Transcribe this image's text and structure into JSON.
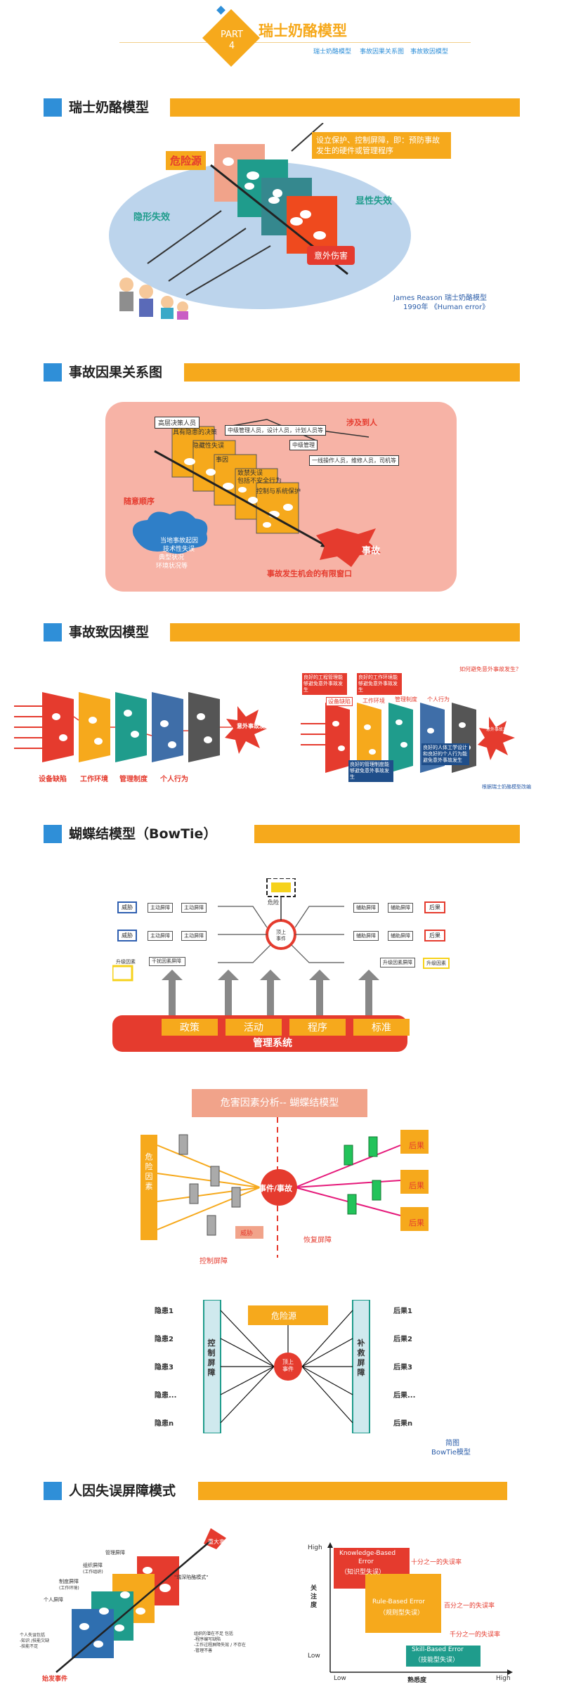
{
  "header": {
    "part_label": "PART",
    "part_number": "4",
    "title": "瑞士奶酪模型",
    "nav": [
      "瑞士奶酪模型",
      "事故因果关系图",
      "事故致因模型"
    ]
  },
  "sections": {
    "s1": "瑞士奶酪模型",
    "s2": "事故因果关系图",
    "s3": "事故致因模型",
    "s4": "蝴蝶结模型（BowTie）",
    "s5": "人因失误屏障模式"
  },
  "cheese": {
    "hazard": "危险源",
    "callout": "设立保护、控制屏障，即：预防事故发生的硬件或管理程序",
    "latent": "隐形失效",
    "active": "显性失效",
    "harm": "意外伤害",
    "credit1": "James Reason 瑞士奶酪模型",
    "credit2": "1990年 《Human error》"
  },
  "causal": {
    "l1": "高层决策人员",
    "l2": "具有隐患的决策",
    "l3": "隐藏性失误",
    "l4": "事因",
    "l5": "致禁失误",
    "l5b": "包括不安全行为",
    "l6": "控制与系统保护",
    "m1": "中级管理人员，设计人员，计划人员等",
    "m2": "中级管理",
    "m3": "一线操作人员，维修人员，司机等",
    "involved": "涉及到人",
    "order": "随意顺序",
    "cloud1": "当地事故起因",
    "cloud2": "技术性失误",
    "cloud3": "典型状况",
    "cloud4": "环境状况等",
    "accident": "事故",
    "window": "事故发生机会的有限窗口"
  },
  "factor": {
    "labels": [
      "设备缺陷",
      "工作环境",
      "管理制度",
      "个人行为"
    ],
    "burst": "意外事故发生",
    "q": "如何避免意外事故发生？",
    "box1": "良好的工程管理能够避免意外事故发生",
    "box2": "良好的工作环境能够避免意外事故发生",
    "box3": "良好的管理制度能够避免意外事故发生",
    "box4": "良好的人体工学设计和良好的个人行为能避免意外事故发生",
    "r1": "设备缺陷",
    "r2": "工作环境",
    "r3": "管理制度",
    "r4": "个人行为",
    "burst2": "意外事故发生",
    "source": "根据瑞士奶酪模型改编"
  },
  "bowtie1": {
    "danger": "危险",
    "threat": "威胁",
    "upgrade": "升级因素",
    "pb": "主动屏障",
    "ub": "干扰因素屏障",
    "top": "顶上事件",
    "mb": "辅助屏障",
    "ab": "辅助屏障",
    "consequence": "后果",
    "ub2": "升级因素屏障",
    "policy": [
      "政策",
      "活动",
      "程序",
      "标准"
    ],
    "system": "管理系统"
  },
  "bowtie2": {
    "title": "危害因素分析-- 蝴蝶结模型",
    "factors": "危险因素",
    "event": "事件/事故",
    "threat": "威胁",
    "control": "控制屏障",
    "recovery": "恢复屏障",
    "results": [
      "后果",
      "后果",
      "后果"
    ]
  },
  "bowtie3": {
    "left": [
      "隐患1",
      "隐患2",
      "隐患3",
      "隐患...",
      "隐患n"
    ],
    "right": [
      "后果1",
      "后果2",
      "后果3",
      "后果...",
      "后果n"
    ],
    "pillarL": "控制屏障",
    "pillarR": "补救屏障",
    "hazard": "危险源",
    "top": "顶上事件",
    "cap1": "简图",
    "cap2": "BowTie模型"
  },
  "human": {
    "big": "重大事件",
    "model": "\"瑞深陷酪模式\"",
    "barrier1": "管理屏障",
    "barrier2": "组织屏障",
    "barrier2b": "(工作组织)",
    "barrier3": "制度屏障",
    "barrier3b": "(工作环境)",
    "barrier4": "个人屏障",
    "personal": [
      "个人失误包括",
      "-知识 /技能欠缺",
      "-技能不足"
    ],
    "org": [
      "组织的潜在不足 包括",
      "-程序编写缺陷",
      "-工作过程屏障失效 / 不存在",
      "-管理不善"
    ],
    "trigger": "始发事件",
    "kb1": "Knowledge-Based",
    "kb2": "Error",
    "kb3": "（知识型失误）",
    "rb1": "Rule-Based Error",
    "rb2": "（规则型失误）",
    "sb1": "Skill-Based Error",
    "sb2": "（技能型失误）",
    "high": "High",
    "low": "Low",
    "yaxis": "关注度",
    "xlow": "Low",
    "xlabel": "熟悉度",
    "xhigh": "High",
    "rate1": "十分之一的失误率",
    "rate2": "百分之一的失误率",
    "rate3": "千分之一的失误率"
  },
  "colors": {
    "accent": "#f6a91c",
    "blue": "#2f8fd8",
    "red": "#e53b2e",
    "teal": "#1f9c8c"
  }
}
